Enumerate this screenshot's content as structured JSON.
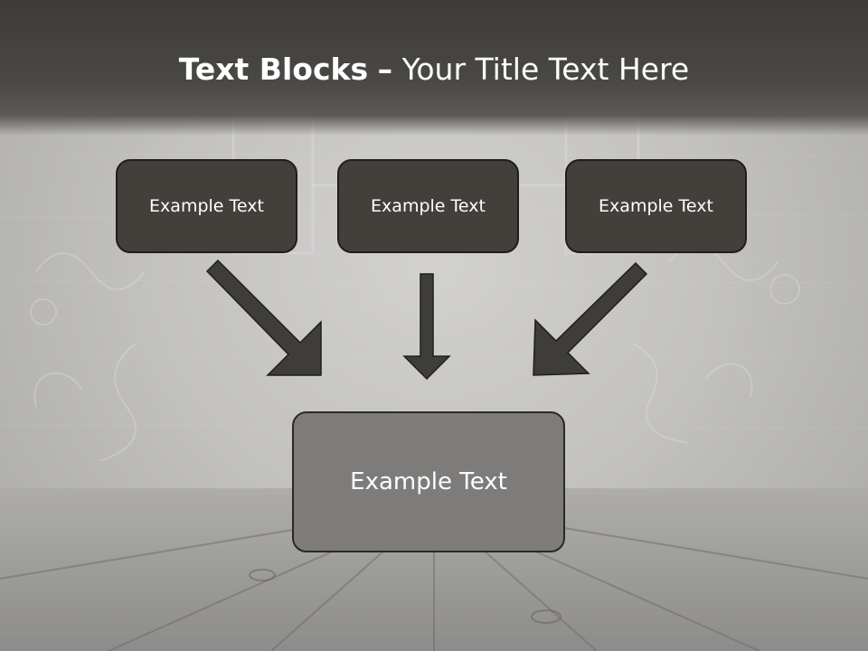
{
  "slide": {
    "title_bold": "Text Blocks",
    "title_separator": "–",
    "title_rest": "Your Title Text Here"
  },
  "boxes": {
    "source_1": "Example Text",
    "source_2": "Example Text",
    "source_3": "Example Text",
    "result": "Example Text"
  },
  "colors": {
    "title_band": "#45433f",
    "box_fill": "#43403c",
    "result_fill": "#7d7c7b",
    "arrow_fill": "#3f3d3a",
    "text": "#ffffff"
  },
  "icons": [
    "arrow-down-right-icon",
    "arrow-down-icon",
    "arrow-down-left-icon"
  ]
}
